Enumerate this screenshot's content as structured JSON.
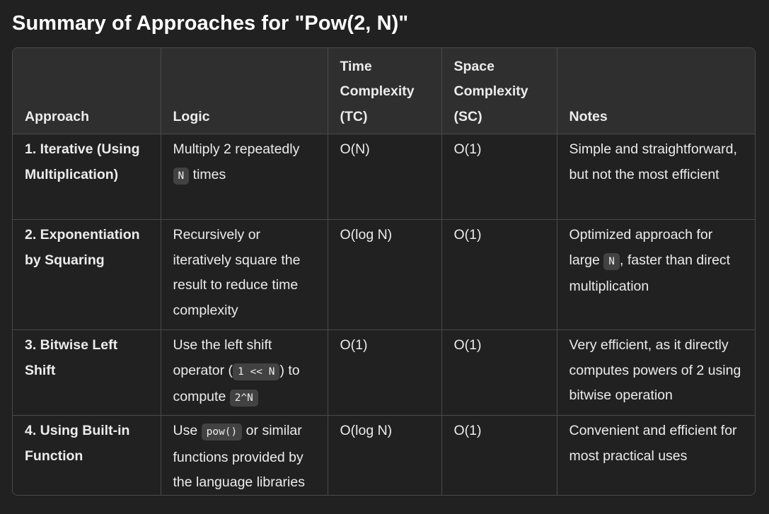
{
  "title": "Summary of Approaches for \"Pow(2, N)\"",
  "table": {
    "headers": {
      "approach": "Approach",
      "logic": "Logic",
      "time": "Time Complexity (TC)",
      "space": "Space Complexity (SC)",
      "notes": "Notes"
    },
    "rows": [
      {
        "approach": "1. Iterative (Using Multiplication)",
        "logic_a": "Multiply 2 repeatedly ",
        "logic_code": "N",
        "logic_b": " times",
        "tc": "O(N)",
        "sc": "O(1)",
        "notes": "Simple and straightforward, but not the most efficient"
      },
      {
        "approach": "2. Exponentiation by Squaring",
        "logic": "Recursively or iteratively square the result to reduce time complexity",
        "tc": "O(log N)",
        "sc": "O(1)",
        "notes_a": "Optimized approach for large ",
        "notes_code": "N",
        "notes_b": ", faster than direct multiplication"
      },
      {
        "approach": "3. Bitwise Left Shift",
        "logic_a": "Use the left shift operator (",
        "logic_code1": "1 << N",
        "logic_b": ") to compute ",
        "logic_code2": "2^N",
        "tc": "O(1)",
        "sc": "O(1)",
        "notes": "Very efficient, as it directly computes powers of 2 using bitwise operation"
      },
      {
        "approach": "4. Using Built-in Function",
        "logic_a": "Use ",
        "logic_code": "pow()",
        "logic_b": " or similar functions provided by the language libraries",
        "tc": "O(log N)",
        "sc": "O(1)",
        "notes": "Convenient and efficient for most practical uses"
      }
    ]
  }
}
